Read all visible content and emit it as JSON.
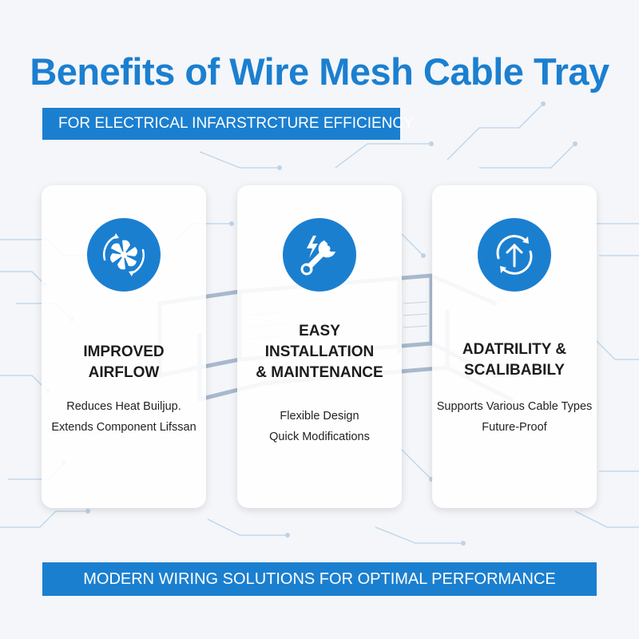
{
  "header": {
    "title": "Benefits of Wire Mesh Cable Tray",
    "subtitle": "FOR ELECTRICAL INFARSTRCTURE EFFICIENCY"
  },
  "cards": [
    {
      "icon": "fan-airflow-icon",
      "title_lines": [
        "IMPROVED",
        "AIRFLOW"
      ],
      "desc_lines": [
        "Reduces Heat Builjup.",
        "Extends Component Lifssan"
      ]
    },
    {
      "icon": "wrench-lightning-icon",
      "title_lines": [
        "EASY",
        "INSTALLATION",
        "& MAINTENANCE"
      ],
      "desc_lines": [
        "Flexible Design",
        "Quick Modifications"
      ]
    },
    {
      "icon": "upward-arrow-cycle-icon",
      "title_lines": [
        "ADATRILITY &",
        "SCALIBABILY"
      ],
      "desc_lines": [
        "Supports Various Cable Types",
        "Future-Proof"
      ]
    }
  ],
  "footer": {
    "text": "MODERN WIRING SOLUTIONS FOR OPTIMAL PERFORMANCE"
  },
  "colors": {
    "accent": "#1b7fd0",
    "background": "#f4f6f9",
    "card": "#ffffff"
  }
}
